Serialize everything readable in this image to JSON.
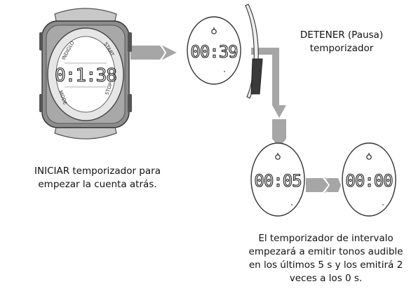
{
  "watch": {
    "bezel_labels": {
      "top_left": "INDIGLO",
      "top_right": "START",
      "bottom_left": "MODE",
      "bottom_right": "STOP"
    },
    "display": "0:1:38"
  },
  "displays": {
    "paused": "00:39",
    "countdown": "00:05",
    "zero": "00:00"
  },
  "labels": {
    "start_line1": "INICIAR temporizador para",
    "start_line2": "empezar la cuenta atrás.",
    "stop_line1": "DETENER (Pausa)",
    "stop_line2": "temporizador",
    "interval_line1": "El temporizador de intervalo",
    "interval_line2": "empezará a emitir tonos audible",
    "interval_line3": "en los últimos 5 s y los emitirá 2",
    "interval_line4": "veces a los 0 s."
  },
  "colors": {
    "arrow": "#a6a6a6",
    "case": "#8c8c8c",
    "strap": "#c8c8c8",
    "bezel": "#e6e6e6",
    "ink": "#1a1a1a"
  }
}
